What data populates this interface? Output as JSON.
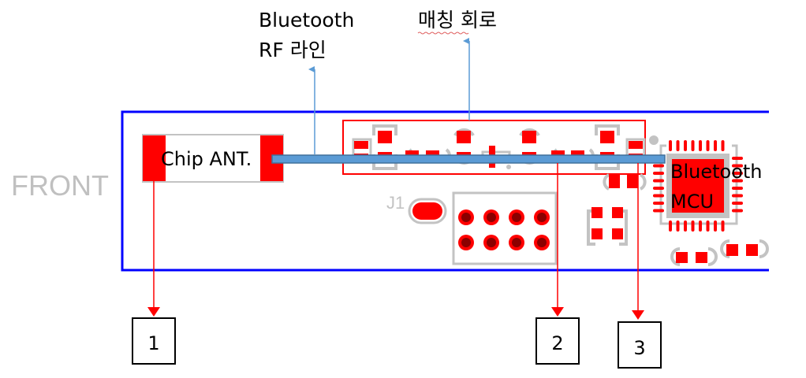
{
  "diagram": {
    "side_label": "FRONT",
    "labels": {
      "bt_rf_line": [
        "Bluetooth",
        "RF 라인"
      ],
      "matching_circuit": "매칭 회로",
      "chip_antenna": "Chip ANT.",
      "bt_mcu": [
        "Bluetooth",
        "MCU"
      ],
      "connector": "J1"
    },
    "callouts": [
      {
        "id": "1",
        "target": "chip-antenna-pad"
      },
      {
        "id": "2",
        "target": "matching-circuit-pad"
      },
      {
        "id": "3",
        "target": "mcu-side-pad"
      }
    ],
    "colors": {
      "board_outline": "#0000ff",
      "copper_pad": "#ff0000",
      "silkscreen": "#c3c3c3",
      "rf_trace": "#5b9bd5",
      "pointer_blue": "#5b9bd5",
      "pointer_red": "#ff0000",
      "matching_box": "#ff0000",
      "front_text": "#c0c0c0"
    }
  }
}
